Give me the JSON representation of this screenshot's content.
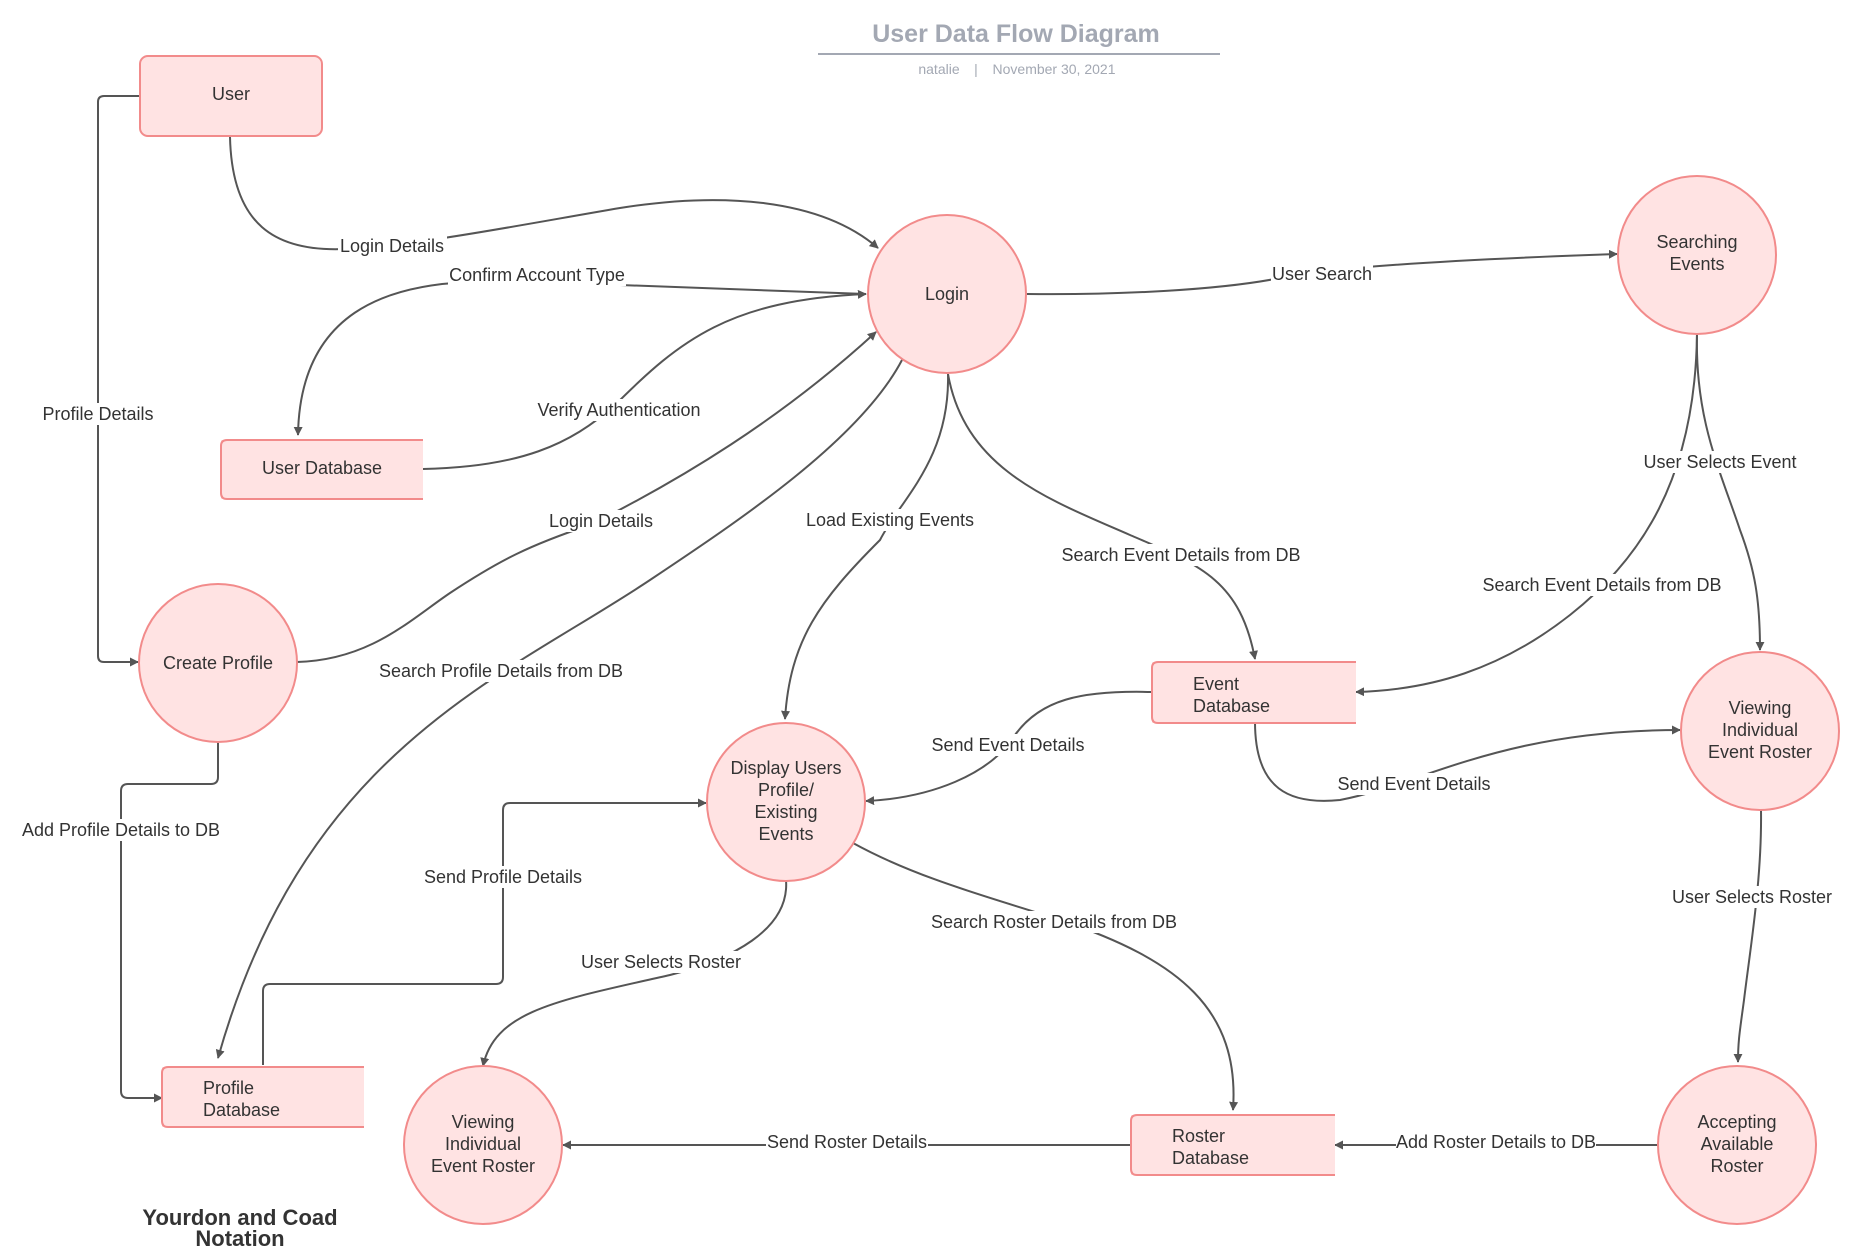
{
  "header": {
    "title": "User Data Flow Diagram",
    "author": "natalie",
    "separator": "|",
    "date": "November 30, 2021"
  },
  "nodes": {
    "user": {
      "kind": "external-entity",
      "lines": [
        "User"
      ]
    },
    "user_db": {
      "kind": "data-store",
      "lines": [
        "User Database"
      ]
    },
    "login": {
      "kind": "process",
      "lines": [
        "Login"
      ]
    },
    "searching_events": {
      "kind": "process",
      "lines": [
        "Searching",
        "Events"
      ]
    },
    "create_profile": {
      "kind": "process",
      "lines": [
        "Create Profile"
      ]
    },
    "display_users": {
      "kind": "process",
      "lines": [
        "Display Users",
        "Profile/",
        "Existing",
        "Events"
      ]
    },
    "event_db": {
      "kind": "data-store",
      "lines": [
        "Event",
        "Database"
      ]
    },
    "viewing_roster_right": {
      "kind": "process",
      "lines": [
        "Viewing",
        "Individual",
        "Event Roster"
      ]
    },
    "profile_db": {
      "kind": "data-store",
      "lines": [
        "Profile",
        "Database"
      ]
    },
    "viewing_roster_left": {
      "kind": "process",
      "lines": [
        "Viewing",
        "Individual",
        "Event Roster"
      ]
    },
    "roster_db": {
      "kind": "data-store",
      "lines": [
        "Roster",
        "Database"
      ]
    },
    "accepting_roster": {
      "kind": "process",
      "lines": [
        "Accepting",
        "Available",
        "Roster"
      ]
    }
  },
  "flows": [
    {
      "from": "user",
      "to": "login",
      "label": "Login Details"
    },
    {
      "from": "login",
      "to": "user_db",
      "label": "Confirm Account Type"
    },
    {
      "from": "user_db",
      "to": "login",
      "label": "Verify Authentication"
    },
    {
      "from": "user",
      "to": "create_profile",
      "label": "Profile Details"
    },
    {
      "from": "create_profile",
      "to": "login",
      "label": "Login Details"
    },
    {
      "from": "login",
      "to": "profile_db",
      "label": "Search Profile Details from DB"
    },
    {
      "from": "create_profile",
      "to": "profile_db",
      "label": "Add Profile Details to DB"
    },
    {
      "from": "profile_db",
      "to": "display_users",
      "label": "Send Profile Details"
    },
    {
      "from": "login",
      "to": "display_users",
      "label": "Load Existing Events"
    },
    {
      "from": "login",
      "to": "event_db",
      "label": "Search Event Details from DB"
    },
    {
      "from": "login",
      "to": "searching_events",
      "label": "User Search"
    },
    {
      "from": "searching_events",
      "to": "viewing_roster_right",
      "label": "User Selects Event"
    },
    {
      "from": "searching_events",
      "to": "event_db",
      "label": "Search Event Details from DB"
    },
    {
      "from": "event_db",
      "to": "display_users",
      "label": "Send Event Details"
    },
    {
      "from": "event_db",
      "to": "viewing_roster_right",
      "label": "Send Event Details"
    },
    {
      "from": "display_users",
      "to": "viewing_roster_left",
      "label": "User Selects Roster"
    },
    {
      "from": "display_users",
      "to": "roster_db",
      "label": "Search Roster Details from DB"
    },
    {
      "from": "viewing_roster_right",
      "to": "accepting_roster",
      "label": "User Selects Roster"
    },
    {
      "from": "accepting_roster",
      "to": "roster_db",
      "label": "Add Roster Details to DB"
    },
    {
      "from": "roster_db",
      "to": "viewing_roster_left",
      "label": "Send Roster Details"
    }
  ],
  "notation": [
    "Yourdon and Coad",
    "Notation"
  ]
}
